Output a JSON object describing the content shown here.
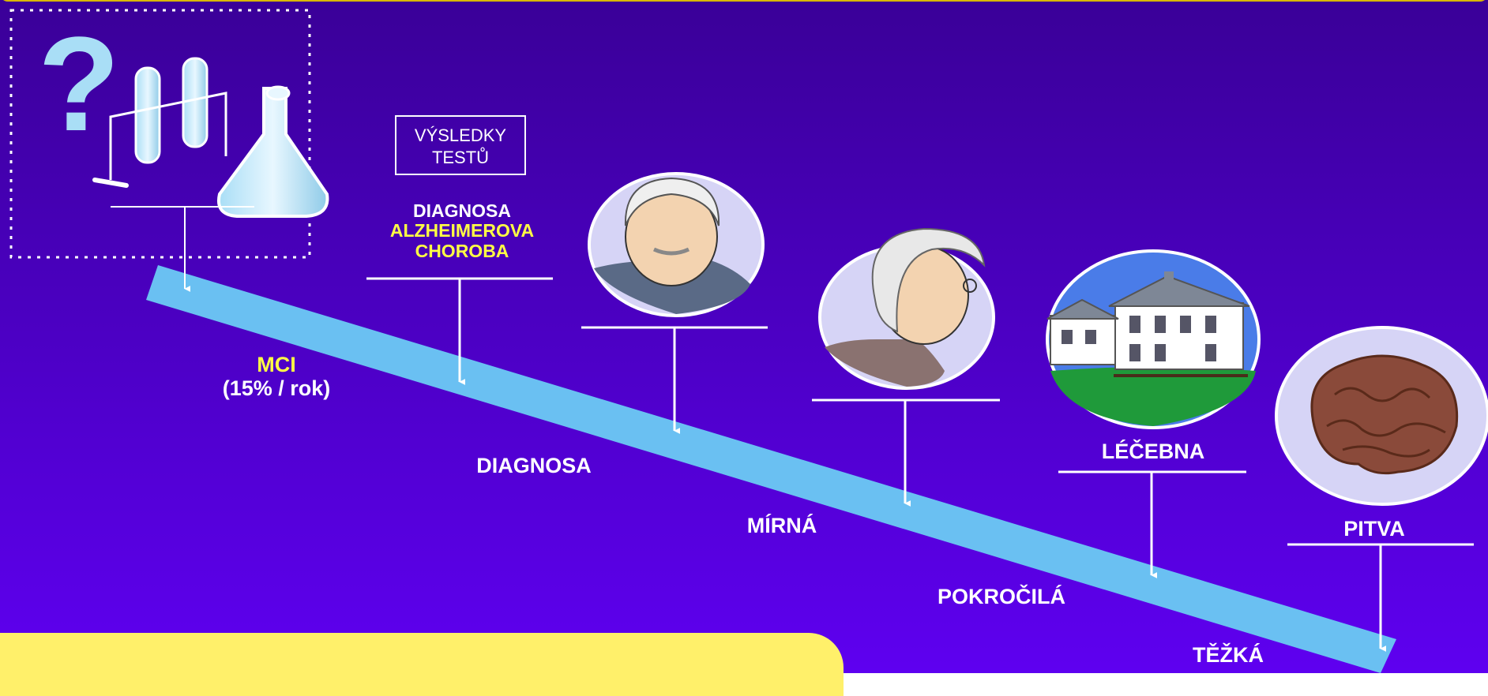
{
  "colors": {
    "bg_top": "#3a0098",
    "bg_bottom": "#5e00f0",
    "timeline": "#6ac0f2",
    "yellow_text": "#ffff44",
    "panel_yellow": "#fff06a",
    "header_gold": "#d8b800"
  },
  "stages": {
    "mci_label": "MCI",
    "mci_rate": "(15% / rok)",
    "diagnosa": "DIAGNOSA",
    "mirna": "MÍRNÁ",
    "pokrocila": "POKROČILÁ",
    "tezka": "TĚŽKÁ"
  },
  "events": {
    "test_results_line1": "VÝSLEDKY",
    "test_results_line2": "TESTŮ",
    "diagnosis_line1": "DIAGNOSA",
    "diagnosis_line2": "ALZHEIMEROVA",
    "diagnosis_line3": "CHOROBA",
    "lecebna": "LÉČEBNA",
    "pitva": "PITVA"
  },
  "icons": {
    "lab": "lab-glassware-icon",
    "man": "elderly-man-icon",
    "woman": "elderly-woman-icon",
    "house": "nursing-home-icon",
    "brain": "brain-icon"
  }
}
